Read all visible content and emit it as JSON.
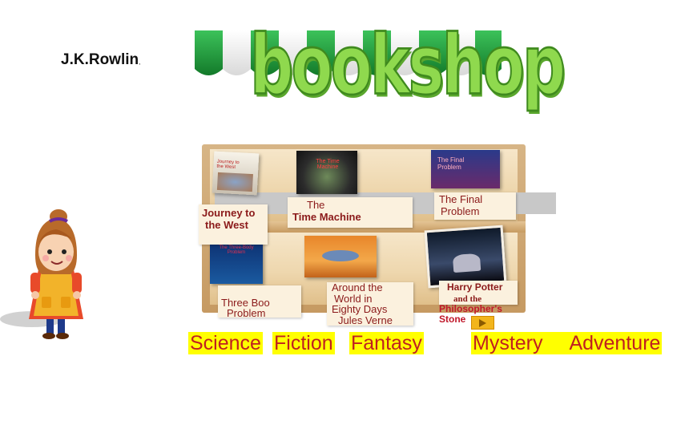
{
  "author": {
    "name": "J.K.Rowlin",
    "trailing": ","
  },
  "logo": {
    "text": "bookshop"
  },
  "books": [
    {
      "cover_text": "Journey to the West",
      "label_line1": "Journey to",
      "label_line2": "the West"
    },
    {
      "cover_text": "The Time Machine",
      "label_line1": "The",
      "label_line2": "Time Machine"
    },
    {
      "cover_text": "The Final Problem",
      "label_line1": "The Final",
      "label_line2": "Problem"
    },
    {
      "cover_text": "The Three-Body Problem",
      "label_line1": "Three  Boo",
      "label_line2": "Problem"
    },
    {
      "cover_text": "",
      "label_line1": "Around the",
      "label_line2": "World in",
      "label_line3": "Eighty Days",
      "label_line4": "Jules Verne"
    },
    {
      "cover_text": "",
      "label_line1": "Harry Potter",
      "label_line2": "and the",
      "label_line3": "Philosopher's",
      "label_line4": "Stone"
    }
  ],
  "genres": [
    "Science",
    "Fiction",
    "Fantasy",
    "Mystery",
    "Adventure"
  ],
  "colors": {
    "awning_green": "#1f9a3a",
    "logo_green": "#8fd94e",
    "genre_bg": "#ffff00",
    "genre_text": "#c02020"
  }
}
